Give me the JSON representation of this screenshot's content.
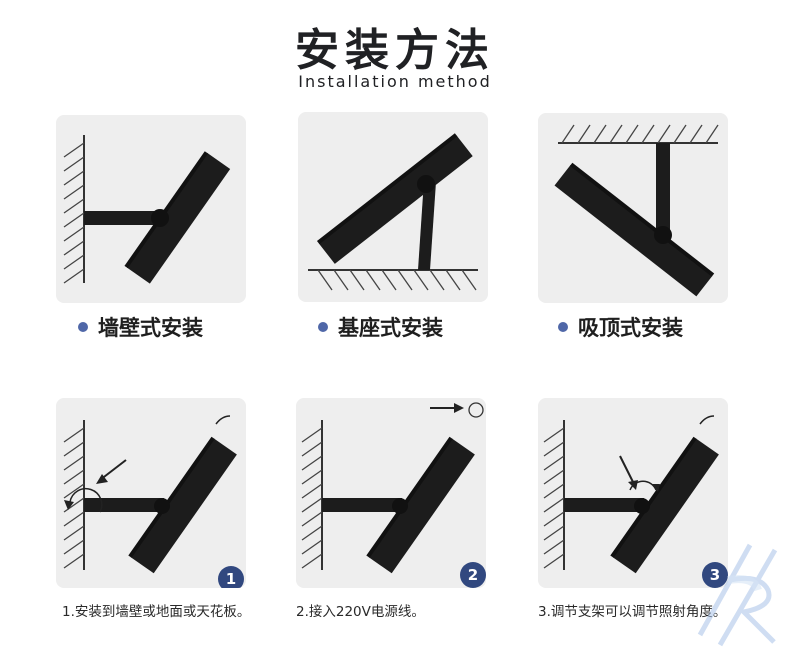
{
  "header": {
    "title": "安装方法",
    "subtitle": "Installation method"
  },
  "methods": [
    {
      "label": "墙壁式安装"
    },
    {
      "label": "基座式安装"
    },
    {
      "label": "吸顶式安装"
    }
  ],
  "steps": [
    {
      "number": "1",
      "caption": "1.安装到墙壁或地面或天花板。"
    },
    {
      "number": "2",
      "caption": "2.接入220V电源线。"
    },
    {
      "number": "3",
      "caption": "3.调节支架可以调节照射角度。"
    }
  ],
  "colors": {
    "accent": "#31487f",
    "bullet": "#4f67a8",
    "card_bg": "#eeeeee",
    "fixture": "#1c1c1c"
  },
  "icons": [
    "bullet-dot-icon",
    "arrow-icon",
    "rotate-arrow-icon",
    "brand-logo-icon"
  ]
}
